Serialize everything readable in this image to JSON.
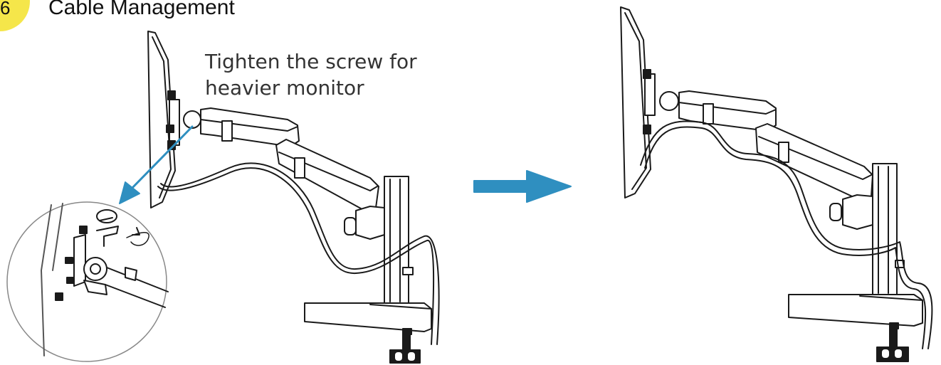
{
  "header": {
    "step_number": "6",
    "title": "Cable Management"
  },
  "annotation": {
    "line1": "Tighten the screw for",
    "line2": "heavier monitor"
  },
  "colors": {
    "badge": "#f5e64a",
    "arrow": "#2f8fc0",
    "line": "#1a1a1a"
  }
}
